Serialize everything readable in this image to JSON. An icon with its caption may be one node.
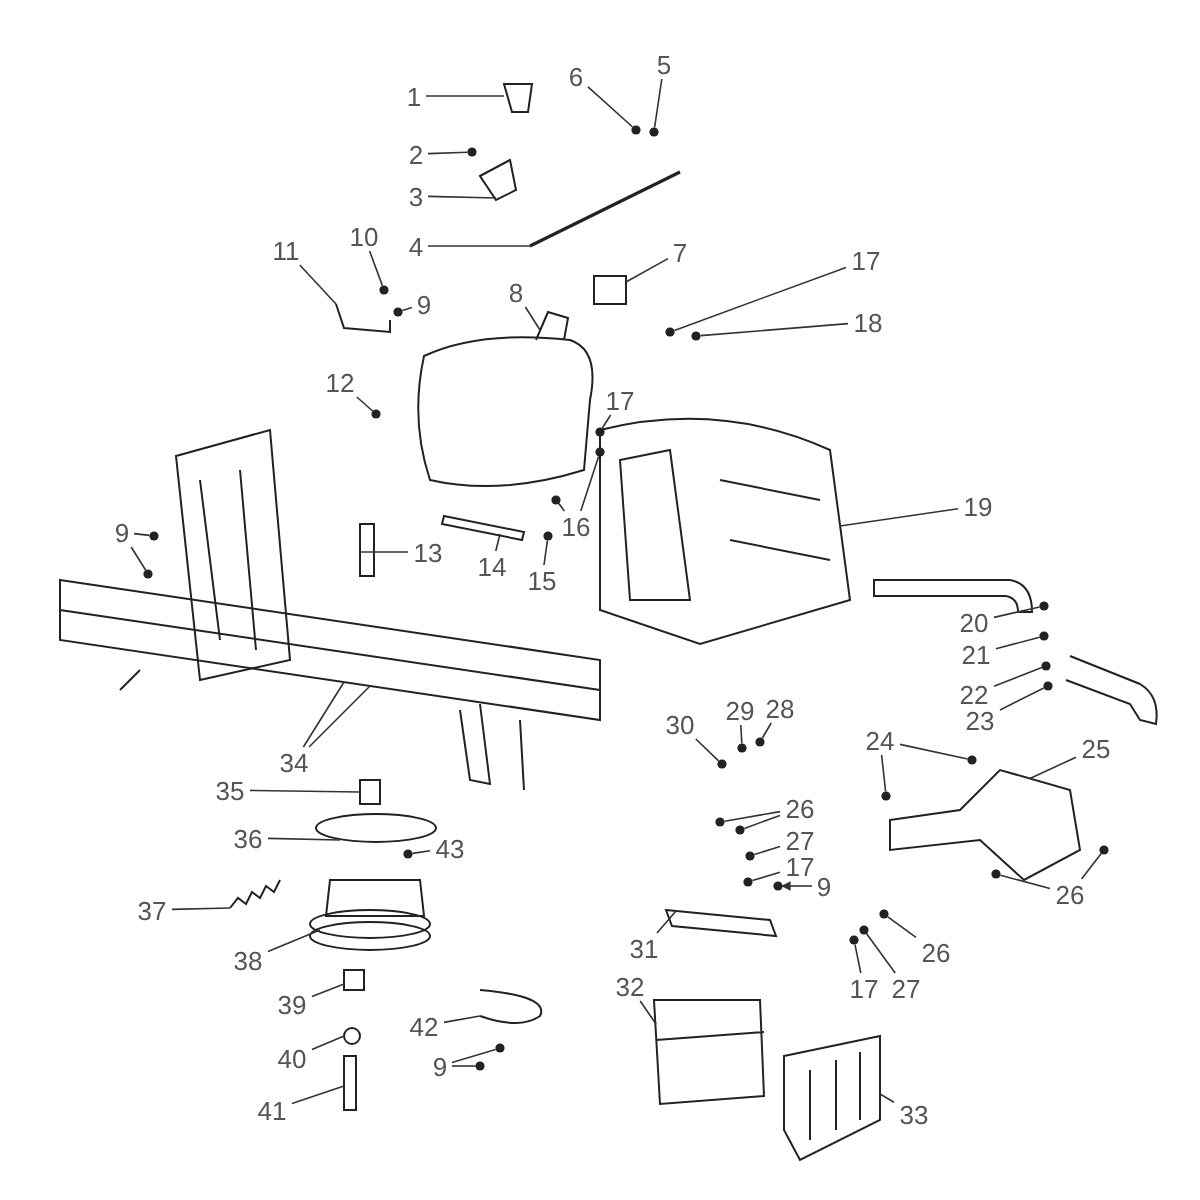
{
  "diagram": {
    "nodes": [
      {
        "text": [
          "1"
        ]
      },
      {
        "text": [
          "2"
        ]
      },
      {
        "text": [
          "3"
        ]
      },
      {
        "text": [
          "4"
        ]
      },
      {
        "text": [
          "5"
        ]
      },
      {
        "text": [
          "6"
        ]
      },
      {
        "text": [
          "7"
        ]
      },
      {
        "text": [
          "8"
        ]
      },
      {
        "text": [
          "9"
        ]
      },
      {
        "text": [
          "10"
        ]
      },
      {
        "text": [
          "11"
        ]
      },
      {
        "text": [
          "12"
        ]
      },
      {
        "text": [
          "13"
        ]
      },
      {
        "text": [
          "14"
        ]
      },
      {
        "text": [
          "15"
        ]
      },
      {
        "text": [
          "16"
        ]
      },
      {
        "text": [
          "17"
        ]
      },
      {
        "text": [
          "18"
        ]
      },
      {
        "text": [
          "17"
        ]
      },
      {
        "text": [
          "19"
        ]
      },
      {
        "text": [
          "20"
        ]
      },
      {
        "text": [
          "21"
        ]
      },
      {
        "text": [
          "22"
        ]
      },
      {
        "text": [
          "23"
        ]
      },
      {
        "text": [
          "24"
        ]
      },
      {
        "text": [
          "25"
        ]
      },
      {
        "text": [
          "26"
        ]
      },
      {
        "text": [
          "26"
        ]
      },
      {
        "text": [
          "27"
        ]
      },
      {
        "text": [
          "17"
        ]
      },
      {
        "text": [
          "26"
        ]
      },
      {
        "text": [
          "27"
        ]
      },
      {
        "text": [
          "17"
        ]
      },
      {
        "text": [
          "9"
        ]
      },
      {
        "text": [
          "28"
        ]
      },
      {
        "text": [
          "29"
        ]
      },
      {
        "text": [
          "30"
        ]
      },
      {
        "text": [
          "31"
        ]
      },
      {
        "text": [
          "32"
        ]
      },
      {
        "text": [
          "33"
        ]
      },
      {
        "text": [
          "34"
        ]
      },
      {
        "text": [
          "35"
        ]
      },
      {
        "text": [
          "36"
        ]
      },
      {
        "text": [
          "37"
        ]
      },
      {
        "text": [
          "38"
        ]
      },
      {
        "text": [
          "39"
        ]
      },
      {
        "text": [
          "40"
        ]
      },
      {
        "text": [
          "41"
        ]
      },
      {
        "text": [
          "42"
        ]
      },
      {
        "text": [
          "43"
        ]
      },
      {
        "text": [
          "9"
        ]
      },
      {
        "text": [
          "9"
        ]
      },
      {
        "text": [],
        "shape": "picture"
      },
      {
        "text": [],
        "shape": "circle"
      },
      {
        "text": [],
        "shape": "picture"
      },
      {
        "text": [],
        "shape": "picture"
      },
      {
        "text": [],
        "shape": "circle"
      },
      {
        "text": [],
        "shape": "circle"
      },
      {
        "text": [],
        "shape": "box"
      },
      {
        "text": [],
        "shape": "picture"
      },
      {
        "text": [],
        "shape": "circle"
      },
      {
        "text": [],
        "shape": "circle"
      },
      {
        "text": [],
        "shape": "picture"
      },
      {
        "text": [],
        "shape": "circle"
      },
      {
        "text": [],
        "shape": "picture"
      },
      {
        "text": [],
        "shape": "bar"
      },
      {
        "text": [],
        "shape": "circle"
      },
      {
        "text": [],
        "shape": "circle"
      },
      {
        "text": [],
        "shape": "circle"
      },
      {
        "text": [],
        "shape": "circle"
      },
      {
        "text": [],
        "shape": "circle"
      },
      {
        "text": [],
        "shape": "circle"
      },
      {
        "text": [],
        "shape": "picture"
      },
      {
        "text": [],
        "shape": "circle"
      },
      {
        "text": [],
        "shape": "circle"
      },
      {
        "text": [],
        "shape": "circle"
      },
      {
        "text": [],
        "shape": "circle"
      },
      {
        "text": [],
        "shape": "circle"
      },
      {
        "text": [],
        "shape": "circle"
      },
      {
        "text": [],
        "shape": "picture"
      },
      {
        "text": [],
        "shape": "circle"
      },
      {
        "text": [],
        "shape": "circle"
      },
      {
        "text": [],
        "shape": "circle"
      },
      {
        "text": [],
        "shape": "circle"
      },
      {
        "text": [],
        "shape": "circle"
      },
      {
        "text": [],
        "shape": "circle"
      },
      {
        "text": [],
        "shape": "circle"
      },
      {
        "text": [],
        "shape": "circle"
      },
      {
        "text": [],
        "shape": "circle"
      },
      {
        "text": [],
        "shape": "circle"
      },
      {
        "text": [],
        "shape": "circle"
      },
      {
        "text": [],
        "shape": "circle"
      },
      {
        "text": [],
        "shape": "circle"
      },
      {
        "text": [],
        "shape": "bar"
      },
      {
        "text": [],
        "shape": "picture"
      },
      {
        "text": [],
        "shape": "picture"
      },
      {
        "text": [],
        "shape": "picture"
      },
      {
        "text": [],
        "shape": "box"
      },
      {
        "text": [],
        "shape": "circle"
      },
      {
        "text": [],
        "shape": "picture"
      },
      {
        "text": [],
        "shape": "picture"
      },
      {
        "text": [],
        "shape": "box"
      },
      {
        "text": [],
        "shape": "circle"
      },
      {
        "text": [],
        "shape": "bar"
      },
      {
        "text": [],
        "shape": "picture"
      },
      {
        "text": [],
        "shape": "circle"
      },
      {
        "text": [],
        "shape": "circle"
      },
      {
        "text": [],
        "shape": "circle"
      },
      {
        "text": [],
        "shape": "circle"
      },
      {
        "text": [],
        "shape": "circle"
      }
    ],
    "edges": [
      {
        "from": 0,
        "to": 52,
        "arrow": "none"
      },
      {
        "from": 1,
        "to": 53,
        "arrow": "none"
      },
      {
        "from": 2,
        "to": 54,
        "arrow": "none"
      },
      {
        "from": 3,
        "to": 55,
        "arrow": "none"
      },
      {
        "from": 4,
        "to": 56,
        "arrow": "none"
      },
      {
        "from": 5,
        "to": 57,
        "arrow": "none"
      },
      {
        "from": 6,
        "to": 58,
        "arrow": "none"
      },
      {
        "from": 7,
        "to": 59,
        "arrow": "none"
      },
      {
        "from": 8,
        "to": 60,
        "arrow": "none"
      },
      {
        "from": 9,
        "to": 61,
        "arrow": "none"
      },
      {
        "from": 10,
        "to": 62,
        "arrow": "none"
      },
      {
        "from": 11,
        "to": 63,
        "arrow": "none"
      },
      {
        "from": 12,
        "to": 64,
        "arrow": "none"
      },
      {
        "from": 13,
        "to": 65,
        "arrow": "none"
      },
      {
        "from": 14,
        "to": 66,
        "arrow": "none"
      },
      {
        "from": 15,
        "to": 67,
        "arrow": "none"
      },
      {
        "from": 15,
        "to": 68,
        "arrow": "none"
      },
      {
        "from": 16,
        "to": 69,
        "arrow": "none"
      },
      {
        "from": 17,
        "to": 70,
        "arrow": "none"
      },
      {
        "from": 18,
        "to": 71,
        "arrow": "none"
      },
      {
        "from": 19,
        "to": 72,
        "arrow": "none"
      },
      {
        "from": 20,
        "to": 73,
        "arrow": "none"
      },
      {
        "from": 21,
        "to": 74,
        "arrow": "none"
      },
      {
        "from": 22,
        "to": 75,
        "arrow": "none"
      },
      {
        "from": 23,
        "to": 76,
        "arrow": "none"
      },
      {
        "from": 24,
        "to": 77,
        "arrow": "none"
      },
      {
        "from": 24,
        "to": 78,
        "arrow": "none"
      },
      {
        "from": 25,
        "to": 79,
        "arrow": "none"
      },
      {
        "from": 26,
        "to": 80,
        "arrow": "none"
      },
      {
        "from": 26,
        "to": 81,
        "arrow": "none"
      },
      {
        "from": 27,
        "to": 82,
        "arrow": "none"
      },
      {
        "from": 28,
        "to": 83,
        "arrow": "none"
      },
      {
        "from": 29,
        "to": 84,
        "arrow": "none"
      },
      {
        "from": 30,
        "to": 85,
        "arrow": "none"
      },
      {
        "from": 30,
        "to": 86,
        "arrow": "none"
      },
      {
        "from": 31,
        "to": 87,
        "arrow": "none"
      },
      {
        "from": 32,
        "to": 88,
        "arrow": "none"
      },
      {
        "from": 33,
        "to": 89,
        "arrow": "to"
      },
      {
        "from": 34,
        "to": 90,
        "arrow": "none"
      },
      {
        "from": 35,
        "to": 91,
        "arrow": "none"
      },
      {
        "from": 36,
        "to": 92,
        "arrow": "none"
      },
      {
        "from": 37,
        "to": 93,
        "arrow": "none"
      },
      {
        "from": 38,
        "to": 94,
        "arrow": "none"
      },
      {
        "from": 39,
        "to": 95,
        "arrow": "none"
      },
      {
        "from": 40,
        "to": 96,
        "arrow": "none"
      },
      {
        "from": 40,
        "to": 96,
        "arrow": "none"
      },
      {
        "from": 41,
        "to": 97,
        "arrow": "none"
      },
      {
        "from": 42,
        "to": 98,
        "arrow": "none"
      },
      {
        "from": 43,
        "to": 99,
        "arrow": "none"
      },
      {
        "from": 44,
        "to": 100,
        "arrow": "none"
      },
      {
        "from": 45,
        "to": 101,
        "arrow": "none"
      },
      {
        "from": 46,
        "to": 102,
        "arrow": "none"
      },
      {
        "from": 47,
        "to": 103,
        "arrow": "none"
      },
      {
        "from": 48,
        "to": 104,
        "arrow": "none"
      },
      {
        "from": 49,
        "to": 105,
        "arrow": "none"
      },
      {
        "from": 50,
        "to": 106,
        "arrow": "none"
      },
      {
        "from": 50,
        "to": 107,
        "arrow": "none"
      },
      {
        "from": 51,
        "to": 108,
        "arrow": "none"
      },
      {
        "from": 51,
        "to": 109,
        "arrow": "none"
      }
    ]
  }
}
